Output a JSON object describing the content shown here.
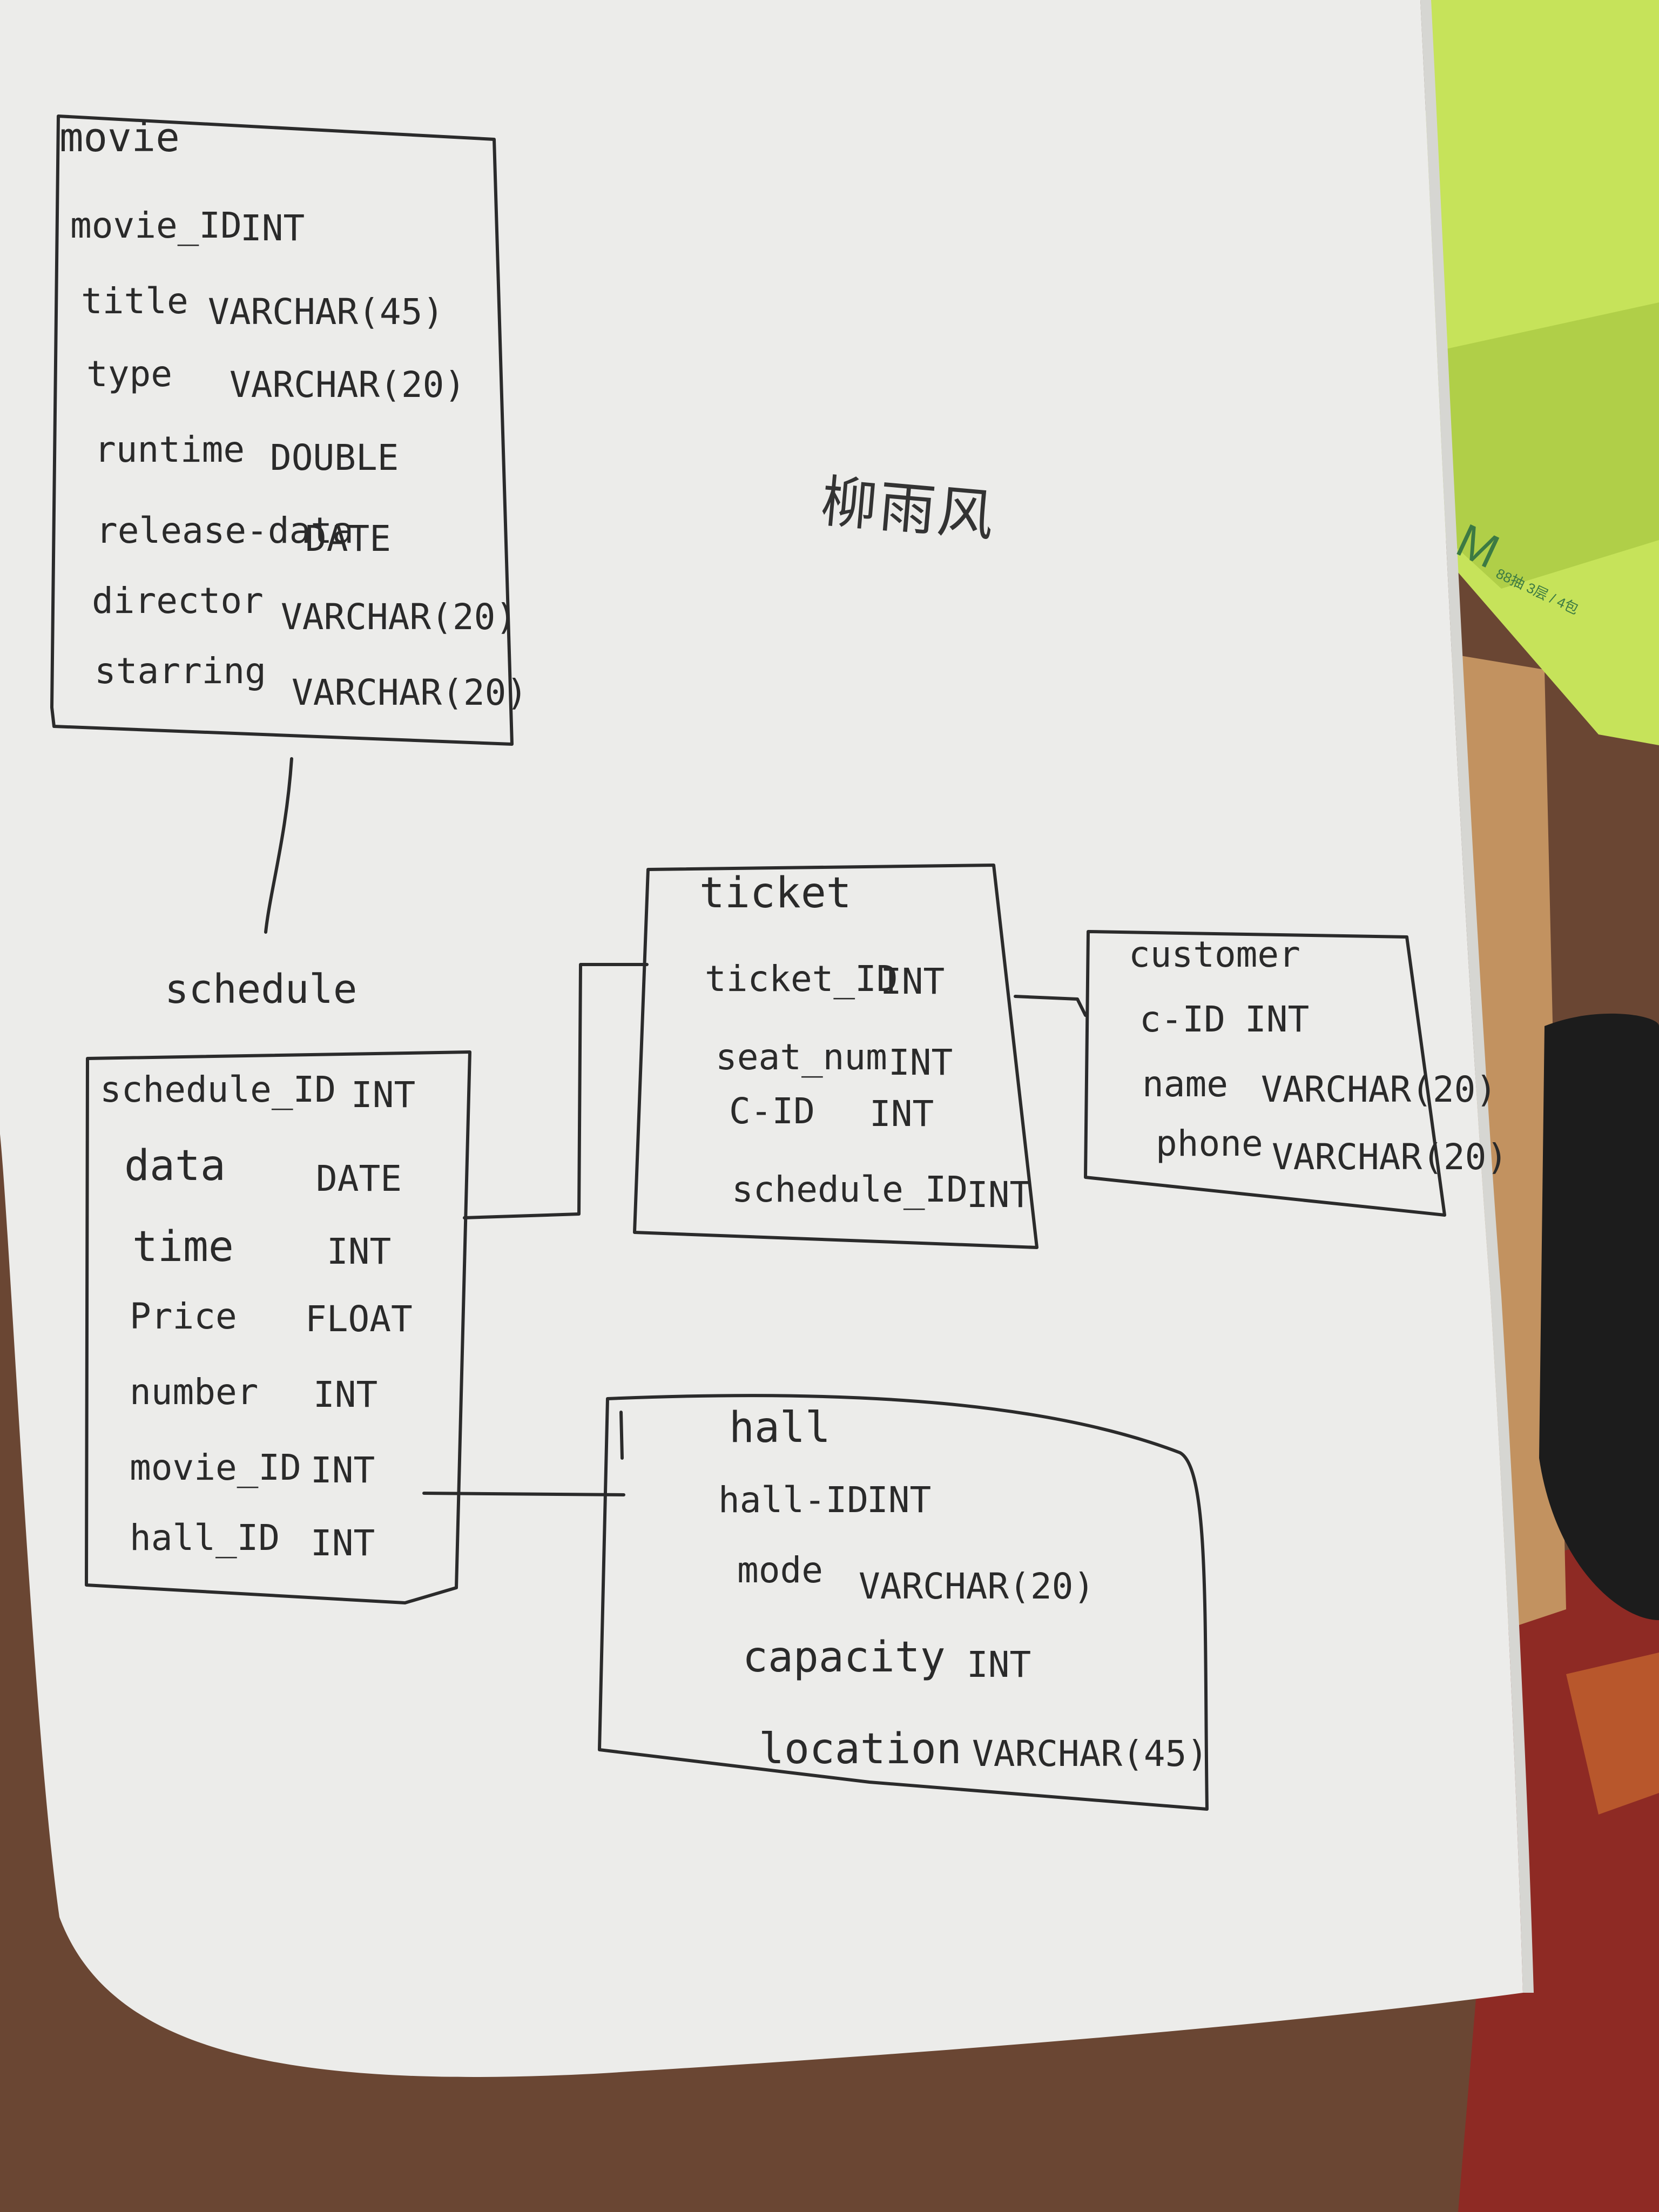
{
  "signature": "柳雨风",
  "package_text": {
    "size": "M",
    "count": "88抽 3层 / 4包"
  },
  "tables": {
    "movie": {
      "title": "movie",
      "columns": [
        {
          "name": "movie_ID",
          "type": "INT"
        },
        {
          "name": "title",
          "type": "VARCHAR(45)"
        },
        {
          "name": "type",
          "type": "VARCHAR(20)"
        },
        {
          "name": "runtime",
          "type": "DOUBLE"
        },
        {
          "name": "release-data",
          "type": "DATE"
        },
        {
          "name": "director",
          "type": "VARCHAR(20)"
        },
        {
          "name": "starring",
          "type": "VARCHAR(20)"
        }
      ]
    },
    "schedule": {
      "title": "schedule",
      "columns": [
        {
          "name": "schedule_ID",
          "type": "INT"
        },
        {
          "name": "data",
          "type": "DATE"
        },
        {
          "name": "time",
          "type": "INT"
        },
        {
          "name": "Price",
          "type": "FLOAT"
        },
        {
          "name": "number",
          "type": "INT"
        },
        {
          "name": "movie_ID",
          "type": "INT"
        },
        {
          "name": "hall_ID",
          "type": "INT"
        }
      ]
    },
    "ticket": {
      "title": "ticket",
      "columns": [
        {
          "name": "ticket_ID",
          "type": "INT"
        },
        {
          "name": "seat_num",
          "type": "INT"
        },
        {
          "name": "C-ID",
          "type": "INT"
        },
        {
          "name": "schedule_ID",
          "type": "INT"
        }
      ]
    },
    "customer": {
      "title": "customer",
      "columns": [
        {
          "name": "c-ID",
          "type": "INT"
        },
        {
          "name": "name",
          "type": "VARCHAR(20)"
        },
        {
          "name": "phone",
          "type": "VARCHAR(20)"
        }
      ]
    },
    "hall": {
      "title": "hall",
      "columns": [
        {
          "name": "hall-ID",
          "type": "INT"
        },
        {
          "name": "mode",
          "type": "VARCHAR(20)"
        },
        {
          "name": "capacity",
          "type": "INT"
        },
        {
          "name": "location",
          "type": "VARCHAR(45)"
        }
      ]
    }
  }
}
